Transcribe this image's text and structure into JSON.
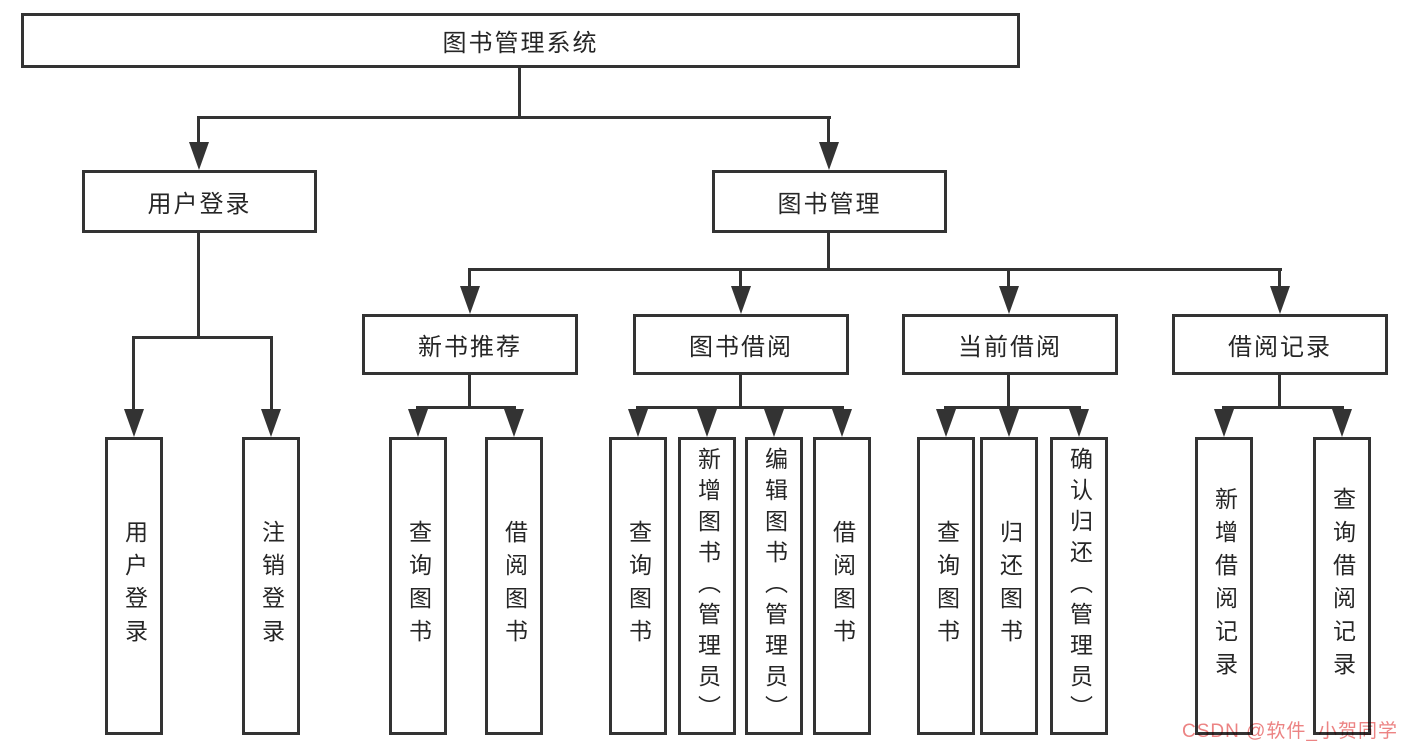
{
  "diagram": {
    "root": "图书管理系统",
    "level2": {
      "user_login": "用户登录",
      "book_management": "图书管理"
    },
    "level3": {
      "new_books": "新书推荐",
      "book_borrow": "图书借阅",
      "current_borrow": "当前借阅",
      "borrow_records": "借阅记录"
    },
    "leaves": {
      "user_login": [
        "用户登录",
        "注销登录"
      ],
      "new_books": [
        "查询图书",
        "借阅图书"
      ],
      "book_borrow": [
        "查询图书",
        "新增图书（管理员）",
        "编辑图书（管理员）",
        "借阅图书"
      ],
      "current_borrow": [
        "查询图书",
        "归还图书",
        "确认归还（管理员）"
      ],
      "borrow_records": [
        "新增借阅记录",
        "查询借阅记录"
      ]
    }
  },
  "watermark": {
    "text": "CSDN @软件_小贺同学",
    "color": "#ec8383"
  },
  "colors": {
    "line": "#333333",
    "text": "#262626",
    "background": "#ffffff"
  }
}
